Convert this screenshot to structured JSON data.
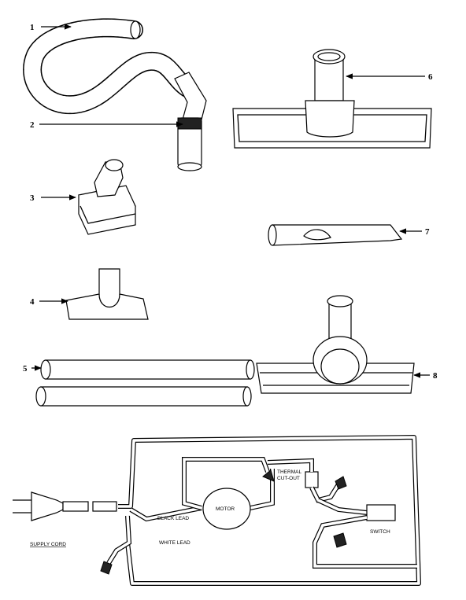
{
  "callouts": [
    "1",
    "2",
    "3",
    "4",
    "5",
    "6",
    "7",
    "8"
  ],
  "wiring": {
    "supply_cord": "SUPPLY CORD",
    "black_lead": "BLACK LEAD",
    "white_lead": "WHITE LEAD",
    "motor": "MOTOR",
    "thermal_cutout_line1": "THERMAL",
    "thermal_cutout_line2": "CUT-OUT",
    "switch": "SWITCH"
  }
}
